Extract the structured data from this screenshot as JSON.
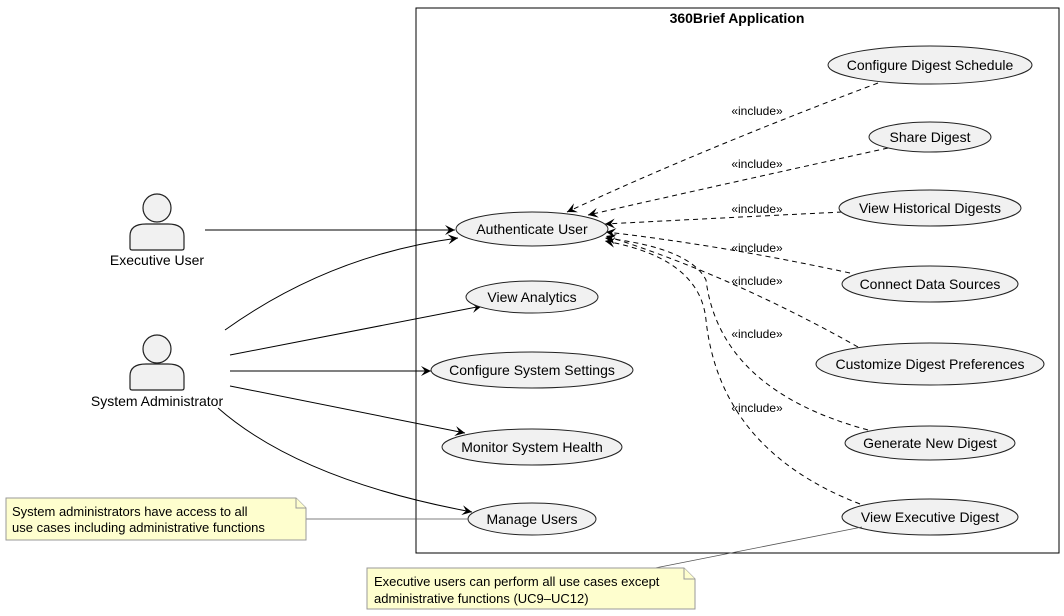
{
  "system": {
    "title": "360Brief Application"
  },
  "actors": {
    "executive": "Executive User",
    "admin": "System Administrator"
  },
  "use_cases": {
    "authenticate": "Authenticate User",
    "view_analytics": "View Analytics",
    "configure_system": "Configure System Settings",
    "monitor_health": "Monitor System Health",
    "manage_users": "Manage Users",
    "configure_schedule": "Configure Digest Schedule",
    "share_digest": "Share Digest",
    "view_historical": "View Historical Digests",
    "connect_sources": "Connect Data Sources",
    "customize_prefs": "Customize Digest Preferences",
    "generate_digest": "Generate New Digest",
    "view_exec_digest": "View Executive Digest"
  },
  "include_label": "«include»",
  "notes": {
    "admin_line1": "System administrators have access to all",
    "admin_line2": "use cases including administrative functions",
    "exec_line1": "Executive users can perform all use cases except",
    "exec_line2": "administrative functions (UC9–UC12)"
  }
}
